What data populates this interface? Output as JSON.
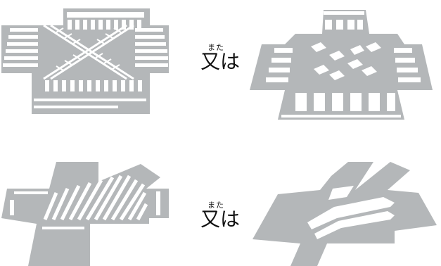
{
  "colors": {
    "road": "#b4b7b9",
    "marking": "#ffffff",
    "text": "#111111"
  },
  "rows": [
    {
      "connector": {
        "ruby": "また",
        "text": "又は"
      },
      "left_diagram": "x-scramble-crosswalk",
      "right_diagram": "diagonal-block-crosswalk"
    },
    {
      "connector": {
        "ruby": "また",
        "text": "又は"
      },
      "left_diagram": "skewed-hatched-crosswalk",
      "right_diagram": "crossing-band-crosswalk"
    }
  ]
}
